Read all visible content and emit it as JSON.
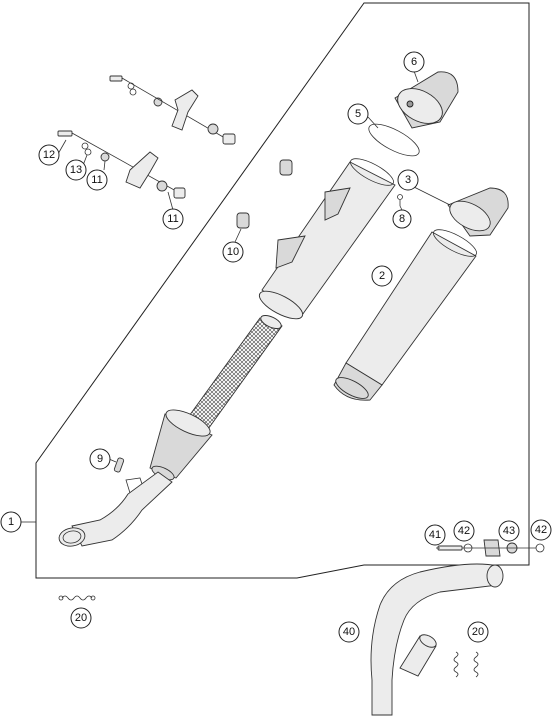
{
  "callouts": {
    "c1": "1",
    "c2": "2",
    "c3": "3",
    "c5": "5",
    "c6": "6",
    "c8": "8",
    "c9": "9",
    "c10": "10",
    "c11a": "11",
    "c11b": "11",
    "c12": "12",
    "c13": "13",
    "c20a": "20",
    "c20b": "20",
    "c40": "40",
    "c41": "41",
    "c42a": "42",
    "c42b": "42",
    "c43": "43"
  }
}
